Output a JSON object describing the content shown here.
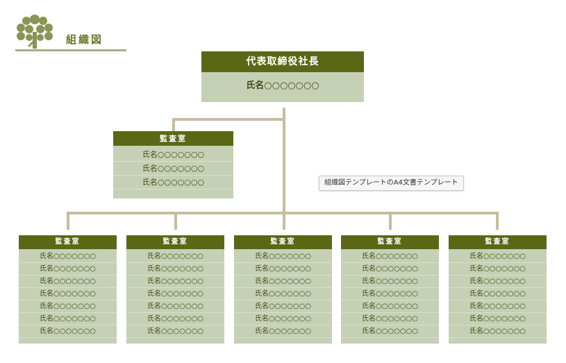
{
  "header": {
    "title": "組織図"
  },
  "ceo": {
    "title": "代表取締役社長",
    "name": "氏名○○○○○○○"
  },
  "audit": {
    "title": "監査室",
    "members": [
      "氏名○○○○○○○",
      "氏名○○○○○○○",
      "氏名○○○○○○○"
    ]
  },
  "departments": [
    {
      "title": "監査室",
      "members": [
        "氏名○○○○○○○",
        "氏名○○○○○○○",
        "氏名○○○○○○○",
        "氏名○○○○○○○",
        "氏名○○○○○○○",
        "氏名○○○○○○○",
        "氏名○○○○○○○"
      ]
    },
    {
      "title": "監査室",
      "members": [
        "氏名○○○○○○○",
        "氏名○○○○○○○",
        "氏名○○○○○○○",
        "氏名○○○○○○○",
        "氏名○○○○○○○",
        "氏名○○○○○○○",
        "氏名○○○○○○○"
      ]
    },
    {
      "title": "監査室",
      "members": [
        "氏名○○○○○○○",
        "氏名○○○○○○○",
        "氏名○○○○○○○",
        "氏名○○○○○○○",
        "氏名○○○○○○○",
        "氏名○○○○○○○",
        "氏名○○○○○○○"
      ]
    },
    {
      "title": "監査室",
      "members": [
        "氏名○○○○○○○",
        "氏名○○○○○○○",
        "氏名○○○○○○○",
        "氏名○○○○○○○",
        "氏名○○○○○○○",
        "氏名○○○○○○○",
        "氏名○○○○○○○"
      ]
    },
    {
      "title": "監査室",
      "members": [
        "氏名○○○○○○○",
        "氏名○○○○○○○",
        "氏名○○○○○○○",
        "氏名○○○○○○○",
        "氏名○○○○○○○",
        "氏名○○○○○○○",
        "氏名○○○○○○○"
      ]
    }
  ],
  "tooltip": {
    "text": "組織図テンプレートのA4文書テンプレート"
  },
  "colors": {
    "header_green": "#5a6816",
    "box_fill": "#c5d0b5",
    "connector": "#c8bc9f",
    "accent": "#8a9455"
  },
  "icons": {
    "logo": "tree-icon"
  }
}
